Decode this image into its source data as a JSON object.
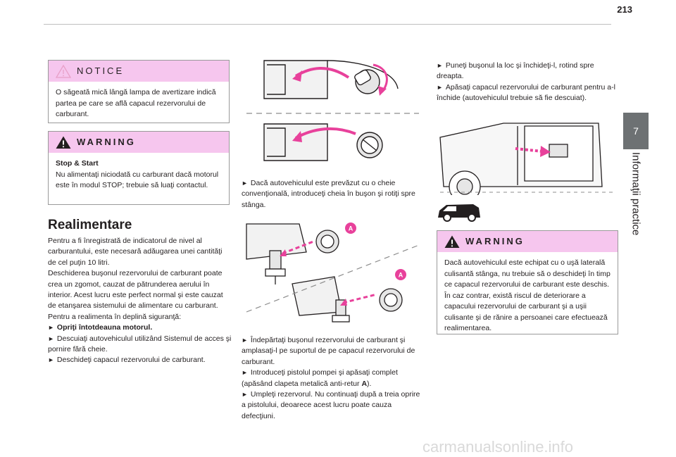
{
  "page_number": "213",
  "side_tab": {
    "number": "7",
    "title": "Informaţii practice"
  },
  "notice": {
    "title": "NOTICE",
    "text": "O săgeată mică lângă lampa de avertizare indică partea pe care se află capacul rezervorului de carburant."
  },
  "warning1": {
    "title": "WARNING",
    "subtitle": "Stop & Start",
    "text": "Nu alimentaţi niciodată cu carburant dacă motorul este în modul STOP; trebuie să luaţi contactul."
  },
  "section": {
    "heading": "Realimentare",
    "para1": "Pentru a fi înregistrată de indicatorul de nivel al carburantului, este necesară adăugarea unei cantităţi de cel puţin 10 litri.",
    "para2": "Deschiderea buşonul rezervorului de carburant poate crea un zgomot, cauzat de pătrunderea aerului în interior. Acest lucru este perfect normal şi este cauzat de etanşarea sistemului de alimentare cu carburant.",
    "para3": "Pentru a realimenta în deplină siguranţă:",
    "step1": "Opriţi întotdeauna motorul.",
    "step2": "Descuiaţi autovehiculul utilizând Sistemul de acces şi pornire fără cheie.",
    "step3": "Deschideţi capacul rezervorului de carburant."
  },
  "middle": {
    "step_key": "Dacă autovehiculul este prevăzut cu o cheie convenţională, introduceţi cheia în buşon şi rotiţi spre stânga.",
    "step_remove": "Îndepărtaţi buşonul rezervorului de carburant şi amplasaţi-l pe suportul de pe capacul rezervorului de carburant.",
    "step_insert_pre": "Introduceţi pistolul pompei şi apăsaţi complet (apăsând clapeta metalică anti-retur ",
    "step_insert_bold": "A",
    "step_insert_post": ").",
    "step_fill": "Umpleţi rezervorul. Nu continuaţi după a treia oprire a pistolului, deoarece acest lucru poate cauza defecţiuni.",
    "label_a": "A"
  },
  "right": {
    "step_replace": "Puneţi buşonul la loc şi închideţi-l, rotind spre dreapta.",
    "step_press": "Apăsaţi capacul rezervorului de carburant pentru a-l închide (autovehiculul trebuie să fie descuiat)."
  },
  "warning2": {
    "title": "WARNING",
    "text": "Dacă autovehiculul este echipat cu o uşă laterală culisantă stânga, nu trebuie să o deschideţi în timp ce capacul rezervorului de carburant este deschis. În caz contrar, există riscul de deteriorare a capacului rezervorului de carburant şi a uşii culisante şi de rănire a persoanei care efectuează realimentarea."
  },
  "watermark": "carmanualsonline.info",
  "arrow_glyph": "►",
  "colors": {
    "accent_pink": "#e8419b",
    "box_header": "#f6c6ee",
    "tab_grey": "#6d7173"
  }
}
